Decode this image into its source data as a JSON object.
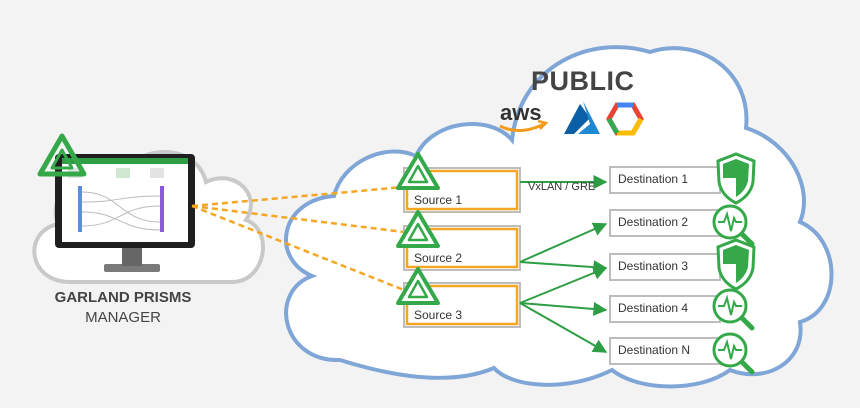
{
  "manager": {
    "line1": "GARLAND PRISMS",
    "line2": "MANAGER"
  },
  "cloud": {
    "title": "PUBLIC",
    "providers": [
      "aws-logo",
      "azure-logo",
      "google-cloud-logo"
    ],
    "aws_text": "aws"
  },
  "sources": [
    "Source 1",
    "Source 2",
    "Source 3"
  ],
  "destinations": [
    "Destination 1",
    "Destination 2",
    "Destination 3",
    "Destination 4",
    "Destination N"
  ],
  "destination_icons": [
    "shield-icon",
    "waveform-magnifier-icon",
    "shield-icon",
    "waveform-magnifier-icon",
    "waveform-magnifier-icon"
  ],
  "tunnel_label": "VxLAN / GRE",
  "colors": {
    "cloud_outline": "#7fa6d6",
    "cloud_fill": "#ffffff",
    "accent_green": "#2f9e44",
    "source_border": "#f5a623",
    "tap_dashes": "#f5a623",
    "arrows": "#2e9e44"
  }
}
